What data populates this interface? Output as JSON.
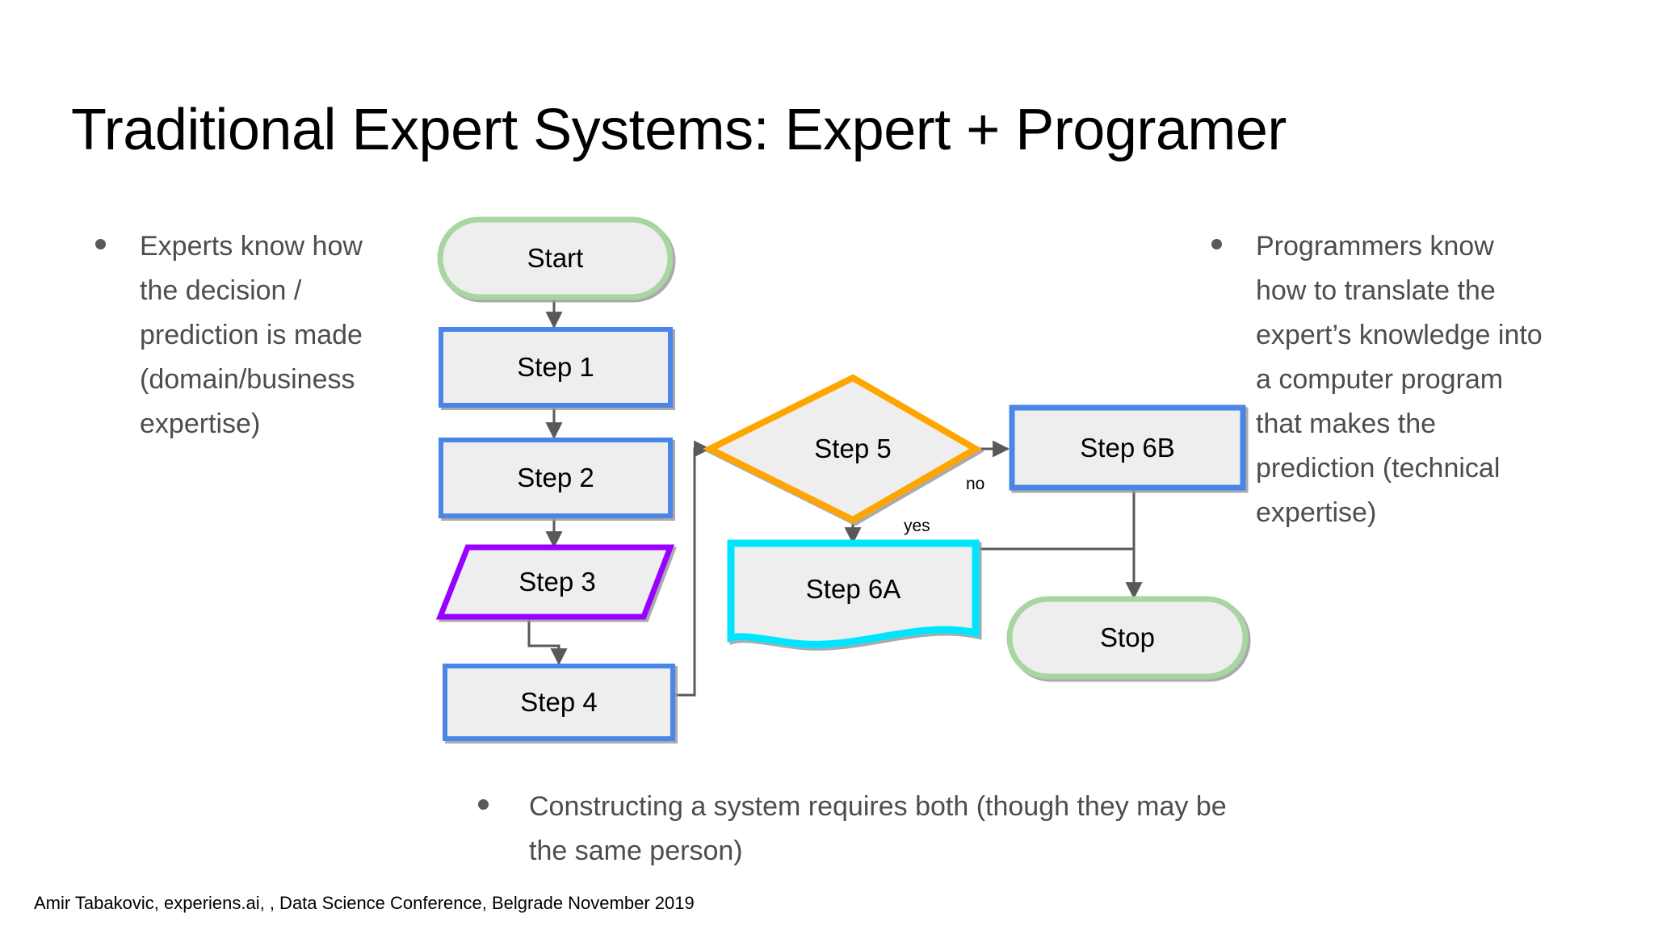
{
  "slide": {
    "title": "Traditional Expert Systems: Expert + Programer",
    "background_color": "#ffffff",
    "footer": "Amir Tabakovic, experiens.ai, , Data Science Conference, Belgrade November 2019"
  },
  "bullets": {
    "left": {
      "marker": "bullet-dot",
      "text": "Experts know how the decision / prediction is made (domain/business expertise)"
    },
    "right": {
      "marker": "bullet-dot",
      "text": "Programmers know how to translate the expert’s knowledge into a computer program that makes the prediction (technical expertise)"
    },
    "bottom": {
      "marker": "bullet-dot",
      "text": "Constructing a system requires both (though they may be the same person)"
    }
  },
  "flowchart": {
    "fill_color": "#eeeeee",
    "connector_color": "#595959",
    "nodes": [
      {
        "id": "start",
        "label": "Start",
        "shape": "terminator",
        "border_color": "#a8d5a2"
      },
      {
        "id": "step1",
        "label": "Step 1",
        "shape": "process",
        "border_color": "#4a86e8"
      },
      {
        "id": "step2",
        "label": "Step 2",
        "shape": "process",
        "border_color": "#4a86e8"
      },
      {
        "id": "step3",
        "label": "Step 3",
        "shape": "parallelogram",
        "border_color": "#9900ff"
      },
      {
        "id": "step4",
        "label": "Step 4",
        "shape": "process",
        "border_color": "#4a86e8"
      },
      {
        "id": "step5",
        "label": "Step 5",
        "shape": "decision",
        "border_color": "#ffa500"
      },
      {
        "id": "step6a",
        "label": "Step 6A",
        "shape": "document",
        "border_color": "#00e5ff"
      },
      {
        "id": "step6b",
        "label": "Step 6B",
        "shape": "process",
        "border_color": "#4a86e8"
      },
      {
        "id": "stop",
        "label": "Stop",
        "shape": "terminator",
        "border_color": "#a8d5a2"
      }
    ],
    "edge_labels": {
      "no": "no",
      "yes": "yes"
    }
  }
}
